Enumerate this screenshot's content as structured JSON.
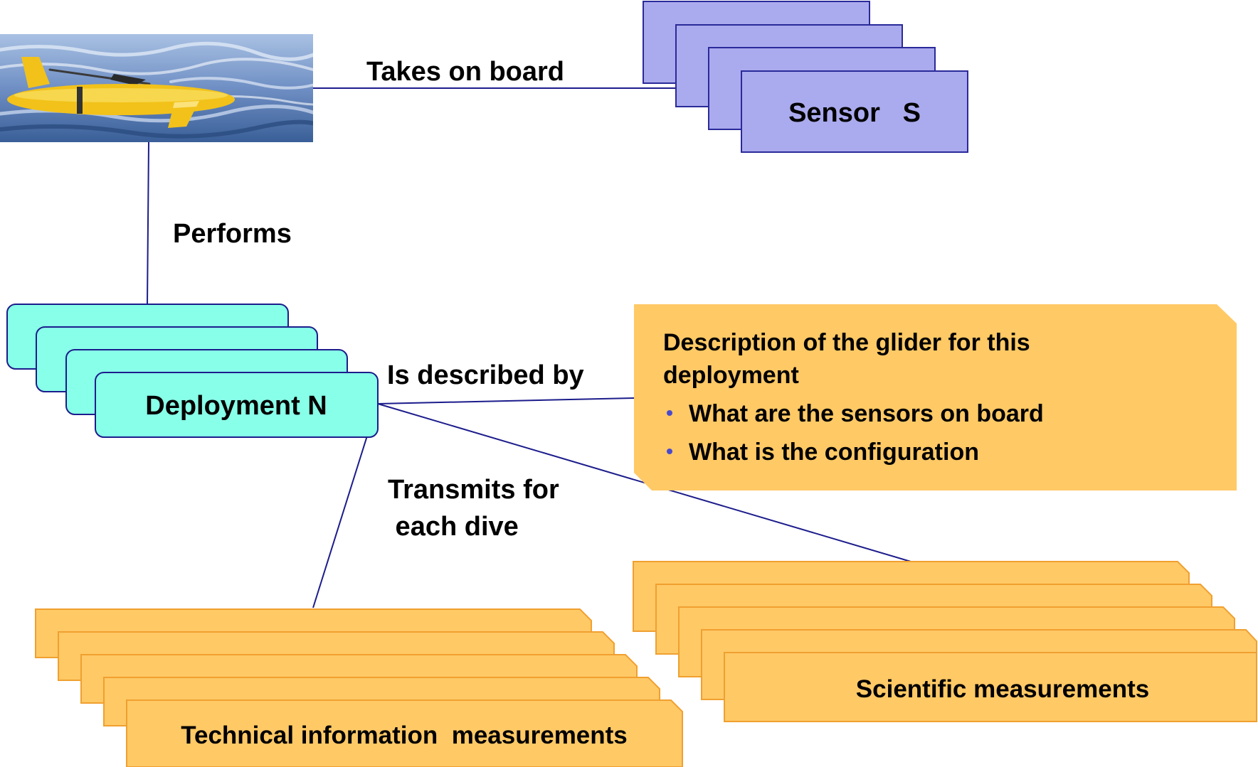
{
  "colors": {
    "connector": "#1c1c8c",
    "sensor_fill": "#aaaaee",
    "sensor_stroke": "#2a2a9a",
    "deployment_fill": "#88ffe8",
    "deployment_stroke": "#1c1c8c",
    "measure_fill": "#ffc966",
    "measure_stroke": "#f0a030",
    "bullet": "#4a4acc",
    "water_dark": "#3a5f98",
    "water_light": "#a9c1e3",
    "glider_body": "#f2c21a"
  },
  "glider_image": {
    "icon": "underwater-glider-photo"
  },
  "edges": {
    "takes_on_board": "Takes on board",
    "performs": "Performs",
    "is_described_by": "Is described by",
    "transmits_line1": "Transmits for",
    "transmits_line2": " each dive"
  },
  "nodes": {
    "sensor": {
      "label": "Sensor   S"
    },
    "deployment": {
      "label": "Deployment N"
    },
    "technical": {
      "label": "Technical information  measurements"
    },
    "scientific": {
      "label": "Scientific measurements"
    }
  },
  "description": {
    "line1": "Description of the glider for this",
    "line2": "deployment",
    "bullets": [
      "What are the sensors on board",
      "What is the configuration"
    ]
  }
}
